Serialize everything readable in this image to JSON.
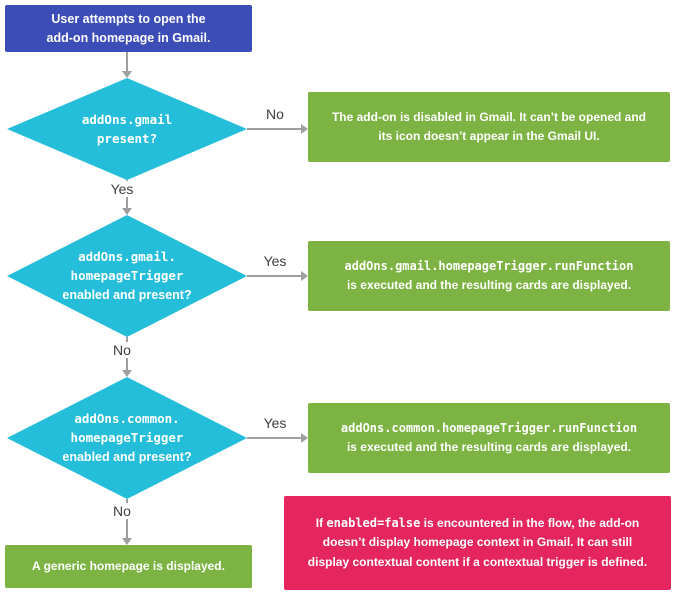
{
  "colors": {
    "start-bg": "#3D4DB7",
    "decision-bg": "#25BEDA",
    "result-bg": "#7CB342",
    "note-bg": "#E5265E",
    "arrow": "#9E9E9E",
    "edge-label": "#3C4043",
    "node-text": "#FFFFFF"
  },
  "labels": {
    "yes": "Yes",
    "no": "No"
  },
  "nodes": {
    "start": {
      "text": "User attempts to open the\nadd-on homepage in Gmail."
    },
    "decision1": {
      "code": "addOns.gmail\npresent?"
    },
    "decision2": {
      "code": "addOns.gmail.\nhomepageTrigger",
      "text": "enabled and present?"
    },
    "decision3": {
      "code": "addOns.common.\nhomepageTrigger",
      "text": "enabled and present?"
    },
    "result1": {
      "text": "The add-on is disabled in Gmail. It can’t be opened and\nits icon doesn’t appear in the Gmail UI."
    },
    "result2": {
      "code": "addOns.gmail.homepageTrigger.runFunction",
      "text": "is executed and the resulting cards are displayed."
    },
    "result3": {
      "code": "addOns.common.homepageTrigger.runFunction",
      "text": "is executed and the resulting cards are displayed."
    },
    "result4": {
      "text": "A generic homepage is displayed."
    },
    "note": {
      "pre": "If ",
      "code": "enabled=false",
      "post": " is encountered in the flow, the add-on\ndoesn’t display homepage context in Gmail. It can still\ndisplay contextual content if a contextual trigger is defined."
    }
  }
}
